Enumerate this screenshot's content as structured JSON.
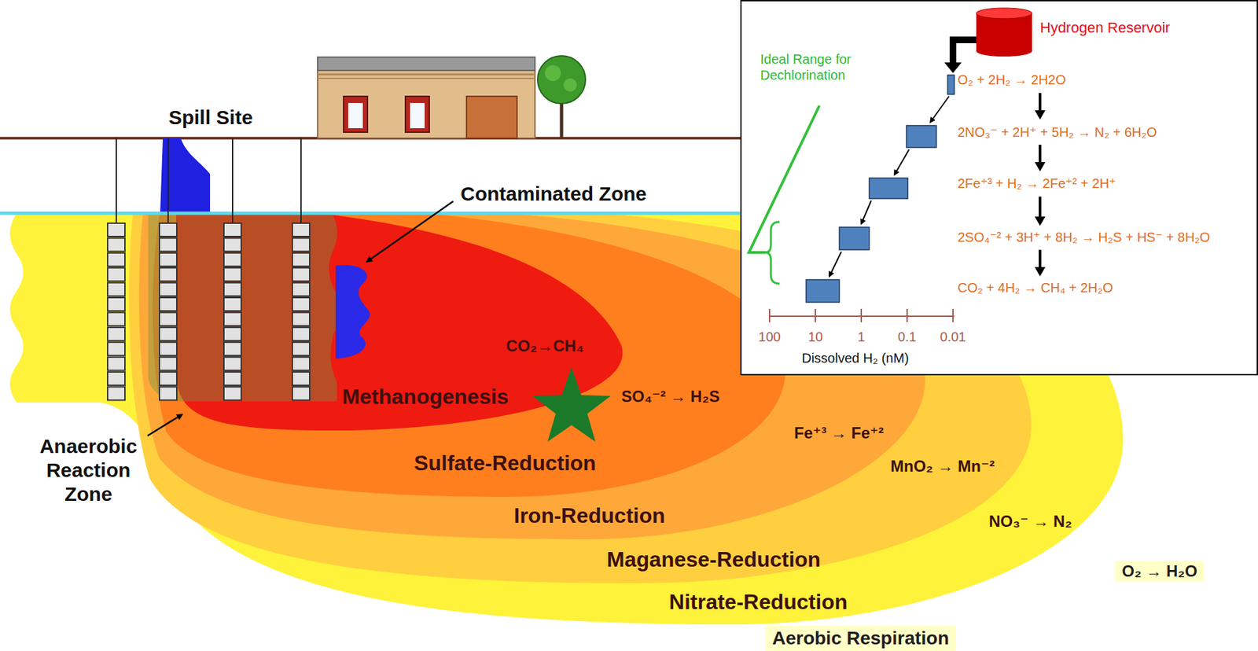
{
  "diagram": {
    "nodes": [
      {
        "text": [
          "Nitrate-Reduction",
          "NO₃⁻ → N₂"
        ]
      },
      {
        "text": [
          "Maganese-Reduction",
          "MnO₂ → Mn⁻²"
        ],
        "in": 0
      },
      {
        "text": [
          "Iron-Reduction",
          "Fe⁺³ → Fe⁺²"
        ],
        "in": 1
      },
      {
        "text": [
          "Sulfate-Reduction",
          "SO₄⁻² → H₂S"
        ],
        "in": 2
      },
      {
        "text": [
          "Methanogenesis",
          "CO₂→CH₄"
        ],
        "in": 3
      },
      {
        "text": [
          "Aerobic Respiration"
        ]
      },
      {
        "text": [
          "O₂ → H₂O"
        ]
      },
      {
        "text": [
          "Hydrogen Reservoir",
          "Ideal Range for Dechlorination",
          "O₂ + 2H₂ → 2H2O",
          "2NO₃⁻ + 2H⁺ + 5H₂ → N₂ + 6H₂O",
          "2Fe⁺³ + H₂ → 2Fe⁺² + 2H⁺",
          "2SO₄⁻² + 3H⁺ + 8H₂ → H₂S + HS⁻ + 8H₂O",
          "CO₂ + 4H₂ → CH₄ + 2H₂O",
          "100",
          "10",
          "1",
          "0.1",
          "0.01",
          "Dissolved H₂ (nM)"
        ]
      }
    ],
    "labels": [
      "Spill Site",
      "Contaminated Zone",
      "Anaerobic Reaction Zone"
    ]
  }
}
